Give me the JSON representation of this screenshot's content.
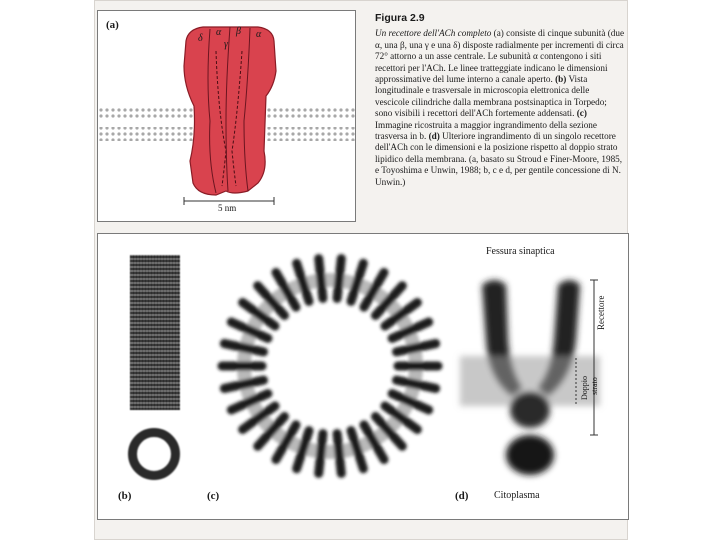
{
  "figure_a": {
    "label": "(a)",
    "subunit_labels": [
      "δ",
      "α",
      "β",
      "α",
      "γ"
    ],
    "scale_label": "5 nm"
  },
  "caption": {
    "title": "Figura 2.9",
    "lines": [
      {
        "text": "Un recettore dell'ACh completo",
        "style": "it",
        "after": " (a) consiste di cinque subunità (due α, una β, una γ e una δ) disposte radialmente per incrementi di circa 72° attorno a un asse centrale."
      },
      {
        "text": "Le subunità α contengono i siti recettori per l'ACh.",
        "style": "",
        "after": ""
      },
      {
        "text": "Le linee tratteggiate indicano le dimensioni approssimative del lume interno a canale aperto.",
        "style": "",
        "after": ""
      },
      {
        "text": "(b)",
        "style": "b",
        "after": " Vista longitudinale e trasversale in microscopia elettronica delle vescicole cilindriche dalla membrana postsinaptica in Torpedo; sono visibili i recettori dell'ACh fortemente addensati."
      },
      {
        "text": "(c)",
        "style": "b",
        "after": " Immagine ricostruita a maggior ingrandimento della sezione trasversa in b."
      },
      {
        "text": "(d)",
        "style": "b",
        "after": " Ulteriore ingrandimento di un singolo recettore dell'ACh con le dimensioni e la posizione rispetto al doppio strato lipidico della membrana. (a, basato su Stroud e Finer-Moore, 1985, e Toyoshima e Unwin, 1988; b, c e d, per gentile concessione di N. Unwin.)"
      }
    ]
  },
  "figure_b": {
    "label": "(b)"
  },
  "figure_c": {
    "label": "(c)"
  },
  "figure_d": {
    "label": "(d)",
    "top_label": "Fessura sinaptica",
    "bottom_label": "Citoplasma",
    "side_label_receptor": "Recettore",
    "side_label_bilayer_1": "Doppio",
    "side_label_bilayer_2": "strato"
  },
  "colors": {
    "receptor_red": "#d9434e",
    "receptor_dark": "#8b1c26",
    "membrane_grey": "#9a9a9a"
  }
}
